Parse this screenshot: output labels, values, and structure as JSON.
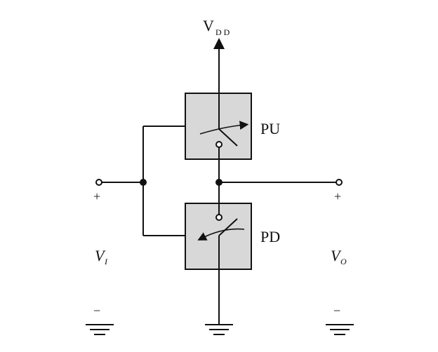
{
  "supply": {
    "main": "V",
    "sub": "DD"
  },
  "pullup": {
    "label": "PU"
  },
  "pulldown": {
    "label": "PD"
  },
  "input": {
    "main": "V",
    "sub": "I",
    "plus": "+",
    "minus": "−"
  },
  "output": {
    "main": "V",
    "sub": "O",
    "plus": "+",
    "minus": "−"
  }
}
